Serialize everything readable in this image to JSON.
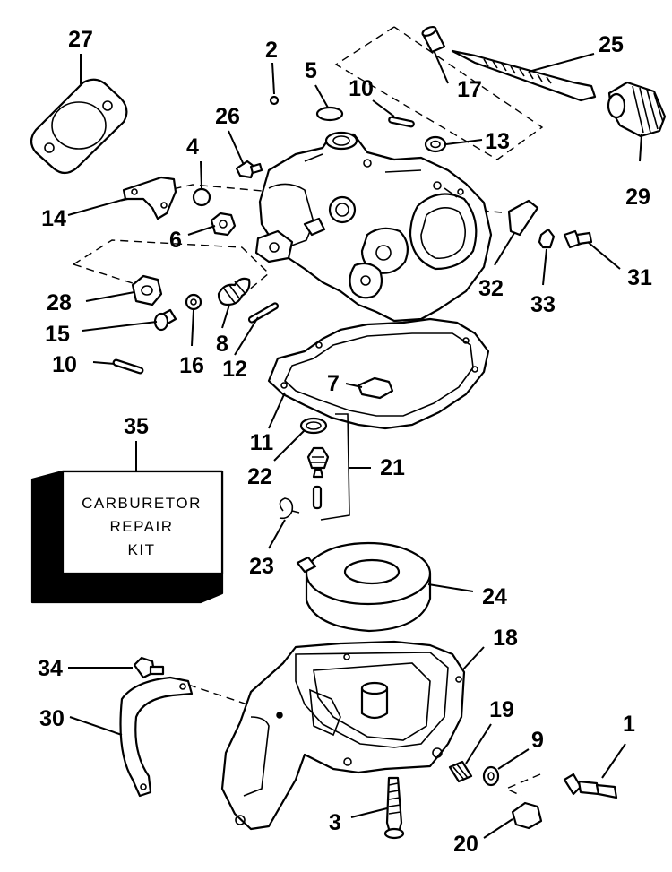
{
  "kit_box": {
    "line1": "CARBURETOR",
    "line2": "REPAIR",
    "line3": "KIT"
  },
  "callouts": {
    "c1": "1",
    "c2": "2",
    "c3": "3",
    "c4": "4",
    "c5": "5",
    "c6": "6",
    "c7": "7",
    "c8": "8",
    "c9": "9",
    "c10a": "10",
    "c10b": "10",
    "c11": "11",
    "c12": "12",
    "c13": "13",
    "c14": "14",
    "c15": "15",
    "c16": "16",
    "c17": "17",
    "c18": "18",
    "c19": "19",
    "c20": "20",
    "c21": "21",
    "c22": "22",
    "c23": "23",
    "c24": "24",
    "c25": "25",
    "c26": "26",
    "c27": "27",
    "c28": "28",
    "c29": "29",
    "c30": "30",
    "c31": "31",
    "c32": "32",
    "c33": "33",
    "c34": "34",
    "c35": "35"
  }
}
